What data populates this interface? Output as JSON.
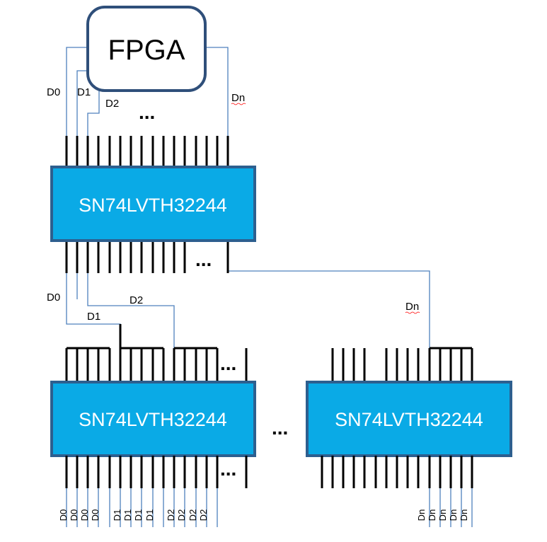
{
  "fpga": {
    "label": "FPGA"
  },
  "chips": {
    "top": "SN74LVTH32244",
    "bottom_left": "SN74LVTH32244",
    "bottom_right": "SN74LVTH32244"
  },
  "fpga_signals": {
    "d0": "D0",
    "d1": "D1",
    "d2": "D2",
    "dn": "Dn"
  },
  "fanout_signals": {
    "d0": "D0",
    "d1": "D1",
    "d2": "D2",
    "dn": "Dn"
  },
  "ellipsis": "...",
  "bottom_left_outputs": [
    "D0",
    "D0",
    "D0",
    "D0",
    "D1",
    "D1",
    "D1",
    "D1",
    "D2",
    "D2",
    "D2",
    "D2"
  ],
  "bottom_right_outputs": [
    "Dn",
    "Dn",
    "Dn",
    "Dn",
    "Dn"
  ]
}
